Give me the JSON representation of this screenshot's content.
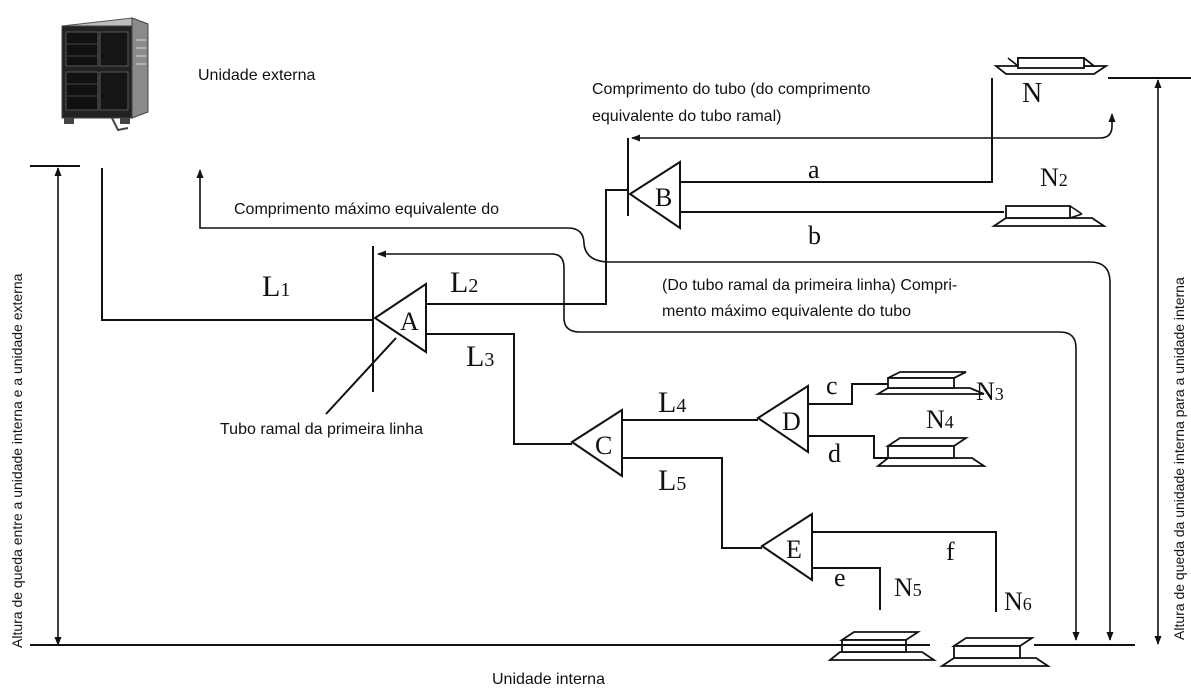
{
  "labels": {
    "outdoor_unit": "Unidade externa",
    "indoor_unit": "Unidade interna",
    "first_branch": "Tubo ramal da primeira linha",
    "pipe_length_line1": "Comprimento do tubo (do comprimento",
    "pipe_length_line2": "equivalente do tubo ramal)",
    "max_equiv_length": "Comprimento máximo equivalente do",
    "from_first_branch_line1": "(Do tubo ramal da primeira linha) Compri-",
    "from_first_branch_line2": "mento máximo equivalente do tubo",
    "drop_outdoor_indoor": "Altura de queda entre a unidade interna e a unidade externa",
    "drop_indoor_indoor": "Altura de queda da unidade interna para a unidade interna"
  },
  "branches": {
    "A": "A",
    "B": "B",
    "C": "C",
    "D": "D",
    "E": "E"
  },
  "pipes": {
    "L1": "L",
    "L1_sub": "1",
    "L2": "L",
    "L2_sub": "2",
    "L3": "L",
    "L3_sub": "3",
    "L4": "L",
    "L4_sub": "4",
    "L5": "L",
    "L5_sub": "5",
    "a": "a",
    "b": "b",
    "c": "c",
    "d": "d",
    "e": "e",
    "f": "f"
  },
  "indoor_units": {
    "N1": "N",
    "N2": "N",
    "N2_sub": "2",
    "N3": "N",
    "N3_sub": "3",
    "N4": "N",
    "N4_sub": "4",
    "N5": "N",
    "N5_sub": "5",
    "N6": "N",
    "N6_sub": "6"
  }
}
